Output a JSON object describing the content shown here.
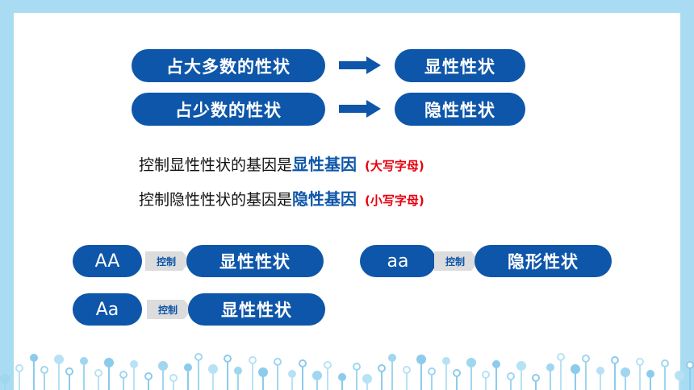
{
  "top_rows": [
    {
      "left": "占大多数的性状",
      "right": "显性性状"
    },
    {
      "left": "占少数的性状",
      "right": "隐性性状"
    }
  ],
  "sentences": [
    {
      "prefix": "控制显性性状的基因是",
      "highlight": "显性基因",
      "note": "(大写字母)"
    },
    {
      "prefix": "控制隐性性状的基因是",
      "highlight": "隐性基因",
      "note": "(小写字母)"
    }
  ],
  "gene_rows": {
    "AA": {
      "genotype": "AA",
      "arrow": "控制",
      "trait": "显性性状"
    },
    "Aa": {
      "genotype": "Aa",
      "arrow": "控制",
      "trait": "显性性状"
    },
    "aa": {
      "genotype": "aa",
      "arrow": "控制",
      "trait": "隐形性状"
    }
  },
  "colors": {
    "primary": "#0e56a9",
    "note_red": "#e8000f",
    "frame": "#a9dcf3"
  }
}
